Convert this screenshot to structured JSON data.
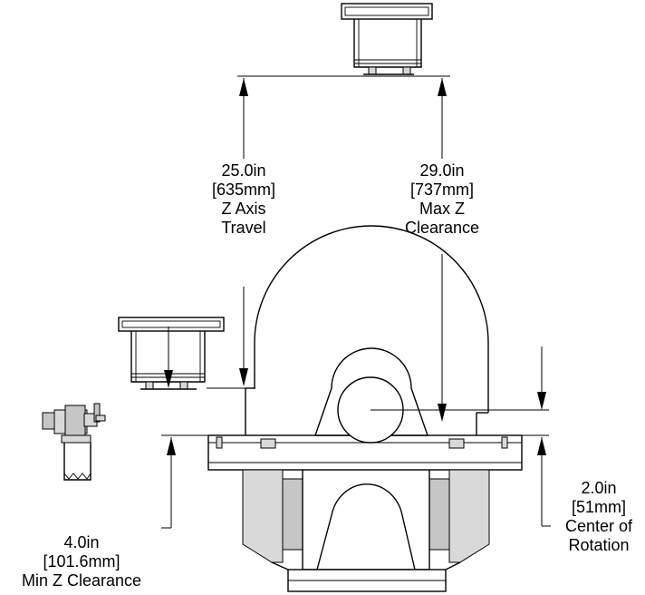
{
  "dimensions": {
    "z_axis_travel": {
      "imperial": "25.0in",
      "metric": "[635mm]",
      "caption_line1": "Z Axis",
      "caption_line2": "Travel"
    },
    "max_z_clearance": {
      "imperial": "29.0in",
      "metric": "[737mm]",
      "caption_line1": "Max Z",
      "caption_line2": "Clearance"
    },
    "min_z_clearance": {
      "imperial": "4.0in",
      "metric": "[101.6mm]",
      "caption": "Min Z Clearance"
    },
    "center_of_rotation": {
      "imperial": "2.0in",
      "metric": "[51mm]",
      "caption_line1": "Center of",
      "caption_line2": "Rotation"
    }
  },
  "colors": {
    "line": "#000000",
    "shade_light": "#d9d9d9",
    "shade_dark": "#c6c6c6",
    "background": "#ffffff"
  }
}
